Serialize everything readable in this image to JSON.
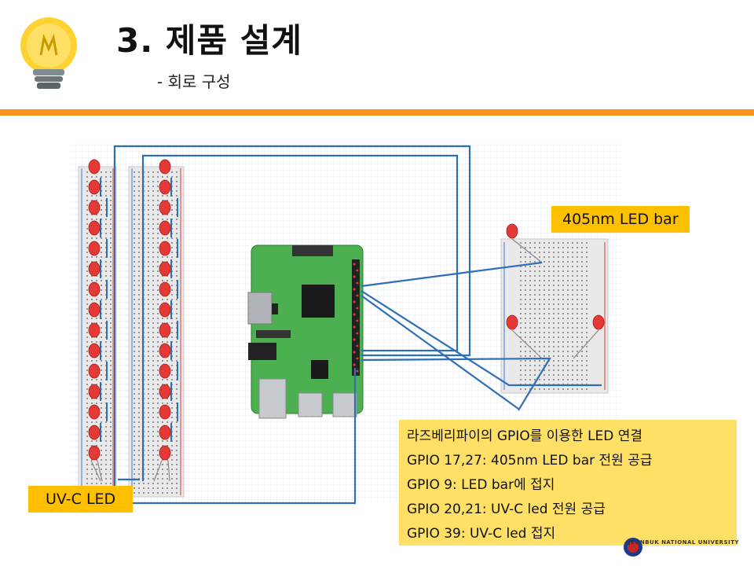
{
  "slide": {
    "title": "3. 제품 설계",
    "subtitle": "- 회로 구성"
  },
  "labels": {
    "led_bar": "405nm LED bar",
    "uvc_led": "UV-C LED"
  },
  "notes": [
    "라즈베리파이의 GPIO를 이용한 LED 연결",
    "GPIO 17,27: 405nm LED bar 전원 공급",
    "GPIO 9: LED bar에 접지",
    "GPIO 20,21: UV-C led 전원 공급",
    "GPIO 39: UV-C led 접지"
  ],
  "footer": {
    "university": "JEONBUK NATIONAL UNIVERSITY"
  },
  "colors": {
    "accent_orange": "#f7941d",
    "label_yellow": "#ffc000",
    "note_yellow": "#ffe066",
    "wire_blue": "#2f6fb8",
    "led_red": "#e53935",
    "pcb_green": "#4caf50"
  },
  "icons": {
    "slide_icon": "lightbulb-icon",
    "logo": "university-emblem"
  }
}
